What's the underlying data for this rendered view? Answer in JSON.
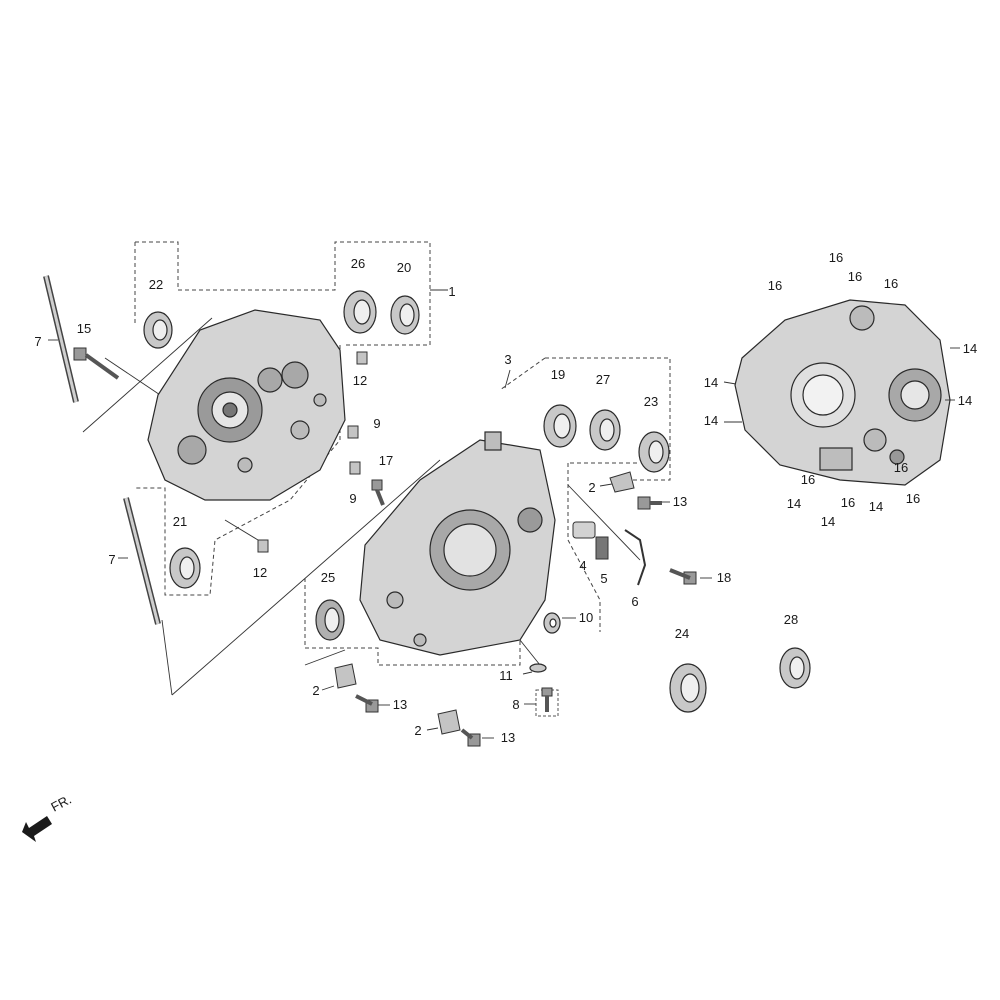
{
  "diagram": {
    "front_label": "FR.",
    "colors": {
      "line": "#333333",
      "part_fill": "#d6d6d6",
      "part_dark": "#8c8c8c",
      "background": "#ffffff"
    },
    "callouts": [
      {
        "id": "c22",
        "text": "22"
      },
      {
        "id": "c26",
        "text": "26"
      },
      {
        "id": "c20",
        "text": "20"
      },
      {
        "id": "c1",
        "text": "1"
      },
      {
        "id": "c7a",
        "text": "7"
      },
      {
        "id": "c15",
        "text": "15"
      },
      {
        "id": "c12a",
        "text": "12"
      },
      {
        "id": "c9a",
        "text": "9"
      },
      {
        "id": "c17",
        "text": "17"
      },
      {
        "id": "c9b",
        "text": "9"
      },
      {
        "id": "c21",
        "text": "21"
      },
      {
        "id": "c12b",
        "text": "12"
      },
      {
        "id": "c7b",
        "text": "7"
      },
      {
        "id": "c3",
        "text": "3"
      },
      {
        "id": "c19",
        "text": "19"
      },
      {
        "id": "c27",
        "text": "27"
      },
      {
        "id": "c23",
        "text": "23"
      },
      {
        "id": "c2a",
        "text": "2"
      },
      {
        "id": "c13a",
        "text": "13"
      },
      {
        "id": "c4",
        "text": "4"
      },
      {
        "id": "c5",
        "text": "5"
      },
      {
        "id": "c6",
        "text": "6"
      },
      {
        "id": "c18",
        "text": "18"
      },
      {
        "id": "c10",
        "text": "10"
      },
      {
        "id": "c25",
        "text": "25"
      },
      {
        "id": "c2b",
        "text": "2"
      },
      {
        "id": "c13b",
        "text": "13"
      },
      {
        "id": "c11",
        "text": "11"
      },
      {
        "id": "c8",
        "text": "8"
      },
      {
        "id": "c2c",
        "text": "2"
      },
      {
        "id": "c13c",
        "text": "13"
      },
      {
        "id": "c24",
        "text": "24"
      },
      {
        "id": "c28",
        "text": "28"
      },
      {
        "id": "c16a",
        "text": "16"
      },
      {
        "id": "c16b",
        "text": "16"
      },
      {
        "id": "c16c",
        "text": "16"
      },
      {
        "id": "c16d",
        "text": "16"
      },
      {
        "id": "c14a",
        "text": "14"
      },
      {
        "id": "c14b",
        "text": "14"
      },
      {
        "id": "c14c",
        "text": "14"
      },
      {
        "id": "c14d",
        "text": "14"
      },
      {
        "id": "c14e",
        "text": "14"
      },
      {
        "id": "c14f",
        "text": "14"
      },
      {
        "id": "c14g",
        "text": "14"
      },
      {
        "id": "c16e",
        "text": "16"
      },
      {
        "id": "c16f",
        "text": "16"
      },
      {
        "id": "c16g",
        "text": "16"
      },
      {
        "id": "c16h",
        "text": "16"
      }
    ]
  }
}
